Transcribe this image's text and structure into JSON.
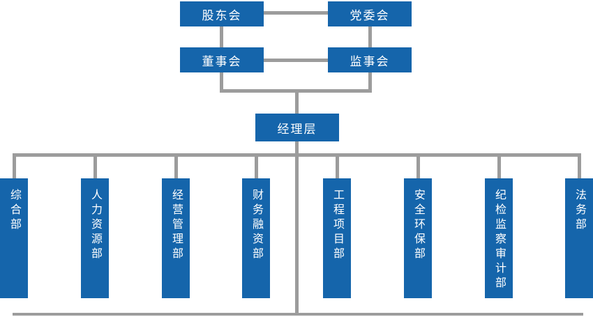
{
  "colors": {
    "box_fill": "#1565ab",
    "text": "#ffffff",
    "connector": "#9c9c9c"
  },
  "governance": {
    "shareholders_meeting": "股东会",
    "party_committee": "党委会",
    "board_of_directors": "董事会",
    "supervisory_board": "监事会",
    "management_team": "经理层"
  },
  "departments": [
    {
      "label": "综合部"
    },
    {
      "label": "人力资源部"
    },
    {
      "label": "经营管理部"
    },
    {
      "label": "财务融资部"
    },
    {
      "label": "工程项目部"
    },
    {
      "label": "安全环保部"
    },
    {
      "label": "纪检监察审计部"
    },
    {
      "label": "法务部"
    }
  ]
}
